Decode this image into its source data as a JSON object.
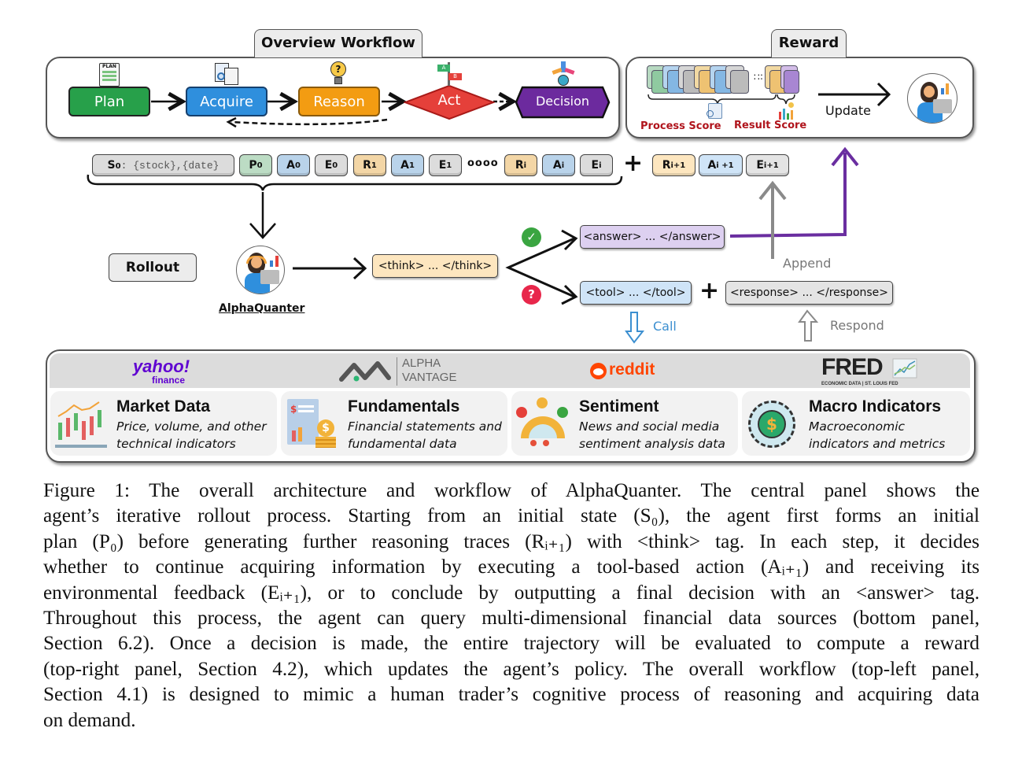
{
  "overview_workflow": {
    "title": "Overview Workflow",
    "nodes": [
      {
        "label": "Plan",
        "color": "#27a04a",
        "icon": "plan-checklist-icon"
      },
      {
        "label": "Acquire",
        "color": "#2f8fdd",
        "icon": "document-search-icon"
      },
      {
        "label": "Reason",
        "color": "#f39c12",
        "icon": "lightbulb-question-icon"
      },
      {
        "label": "Act",
        "color": "#e5403a",
        "icon": "signpost-ab-icon"
      },
      {
        "label": "Decision",
        "color": "#6c2a9e",
        "icon": "direction-arrows-icon"
      }
    ]
  },
  "reward": {
    "title": "Reward",
    "process_score_label": "Process Score",
    "result_score_label": "Result Score",
    "update_label": "Update",
    "score_color": "#b0141c"
  },
  "trajectory": {
    "state_token": {
      "sub": "S",
      "index": "0",
      "text": ": {stock},{date}"
    },
    "tokens": [
      {
        "letter": "P",
        "sub": "0",
        "kind": "plan"
      },
      {
        "letter": "A",
        "sub": "0",
        "kind": "action"
      },
      {
        "letter": "E",
        "sub": "0",
        "kind": "env"
      },
      {
        "letter": "R",
        "sub": "1",
        "kind": "reason"
      },
      {
        "letter": "A",
        "sub": "1",
        "kind": "action"
      },
      {
        "letter": "E",
        "sub": "1",
        "kind": "env"
      },
      {
        "letter": "R",
        "sub": "i",
        "kind": "reason"
      },
      {
        "letter": "A",
        "sub": "i",
        "kind": "action"
      },
      {
        "letter": "E",
        "sub": "i",
        "kind": "env"
      }
    ],
    "ellipsis": "oooo",
    "plus": "+",
    "next_tokens": [
      {
        "letter": "R",
        "sub": "i+1"
      },
      {
        "letter": "A",
        "sub": "i +1"
      },
      {
        "letter": "E",
        "sub": "i+1"
      }
    ]
  },
  "rollout": {
    "label": "Rollout",
    "agent_name": "AlphaQuanter",
    "think_tag": "<think> ... </think>",
    "answer_tag": "<answer> ... </answer>",
    "tool_tag": "<tool> ... </tool>",
    "response_tag": "<response> ... </response>",
    "plus": "+",
    "append_label": "Append",
    "call_label": "Call",
    "respond_label": "Respond",
    "check_color": "#3aa541",
    "question_color": "#e8274b",
    "answer_arrow_color": "#6a2ea0",
    "call_color": "#3c8fd0"
  },
  "data_sources": {
    "logos": [
      {
        "name": "yahoo!",
        "sub": "finance",
        "color": "#5f01d1"
      },
      {
        "name": "ALPHA",
        "sub": "VANTAGE",
        "color": "#555555"
      },
      {
        "name": "reddit",
        "color": "#ff4500"
      },
      {
        "name": "FRED",
        "sub": "ECONOMIC DATA | ST. LOUIS FED",
        "color": "#222222"
      }
    ],
    "cards": [
      {
        "title": "Market Data",
        "desc1": "Price, volume, and other",
        "desc2": "technical indicators",
        "icon": "candlestick-chart-icon"
      },
      {
        "title": "Fundamentals",
        "desc1": "Financial statements and",
        "desc2": "fundamental data",
        "icon": "financial-report-icon"
      },
      {
        "title": "Sentiment",
        "desc1": "News and social media",
        "desc2": "sentiment analysis data",
        "icon": "sentiment-gauge-icon"
      },
      {
        "title": "Macro Indicators",
        "desc1": "Macroeconomic",
        "desc2": "indicators and metrics",
        "icon": "globe-gear-icon"
      }
    ]
  },
  "caption": {
    "lines": [
      "Figure 1: The overall architecture and workflow of AlphaQuanter. The central panel shows the",
      "agent’s iterative rollout process. Starting from an initial state (S₀), the agent first forms an initial",
      "plan (P₀) before generating further reasoning traces (Rᵢ₊₁) with <think> tag. In each step, it decides",
      "whether to continue acquiring information by executing a tool-based action (Aᵢ₊₁) and receiving its",
      "environmental feedback (Eᵢ₊₁), or to conclude by outputting a final decision with an <answer> tag.",
      "Throughout this process, the agent can query multi-dimensional financial data sources (bottom panel,",
      "Section 6.2). Once a decision is made, the entire trajectory will be evaluated to compute a reward",
      "(top-right panel, Section 4.2), which updates the agent’s policy. The overall workflow (top-left panel,",
      "Section 4.1) is designed to mimic a human trader’s cognitive process of reasoning and acquiring data",
      "on demand."
    ]
  }
}
